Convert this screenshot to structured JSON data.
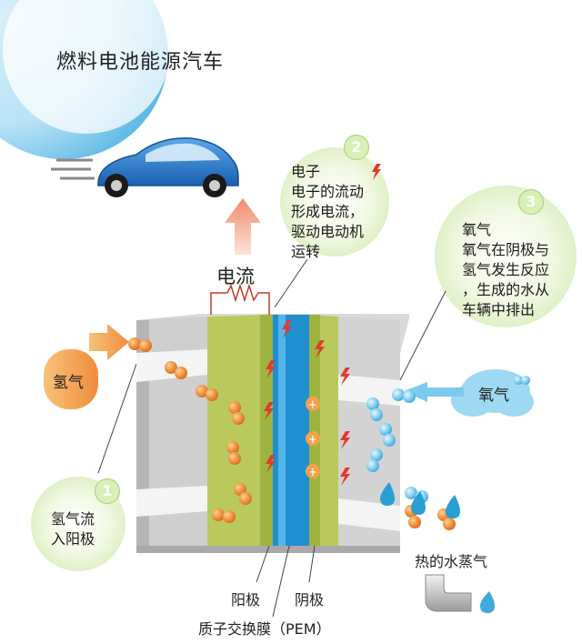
{
  "title": "燃料电池能源汽车",
  "callouts": {
    "step1": {
      "num": "1",
      "lines": [
        "氢气流",
        "入阳极"
      ]
    },
    "step2": {
      "num": "2",
      "lines": [
        "电子",
        "电子的流动",
        "形成电流，",
        "驱动电动机",
        "运转"
      ]
    },
    "step3": {
      "num": "3",
      "lines": [
        "氧气",
        "氧气在阴极与",
        "氢气发生反应",
        "，生成的水从",
        "车辆中排出"
      ]
    }
  },
  "labels": {
    "current": "电流",
    "hydrogen": "氢气",
    "oxygen": "氧气",
    "steam": "热的水蒸气",
    "anode": "阳极",
    "cathode": "阴极",
    "pem": "质子交换膜（PEM）"
  },
  "colors": {
    "accent_blue": "#2a9fd6",
    "membrane": "#1f8fd0",
    "anode_green": "#b6c85a",
    "hydrogen_orange": "#f08c3a",
    "oxygen_blue": "#7ccaf0",
    "electron_red": "#e23a2a"
  }
}
